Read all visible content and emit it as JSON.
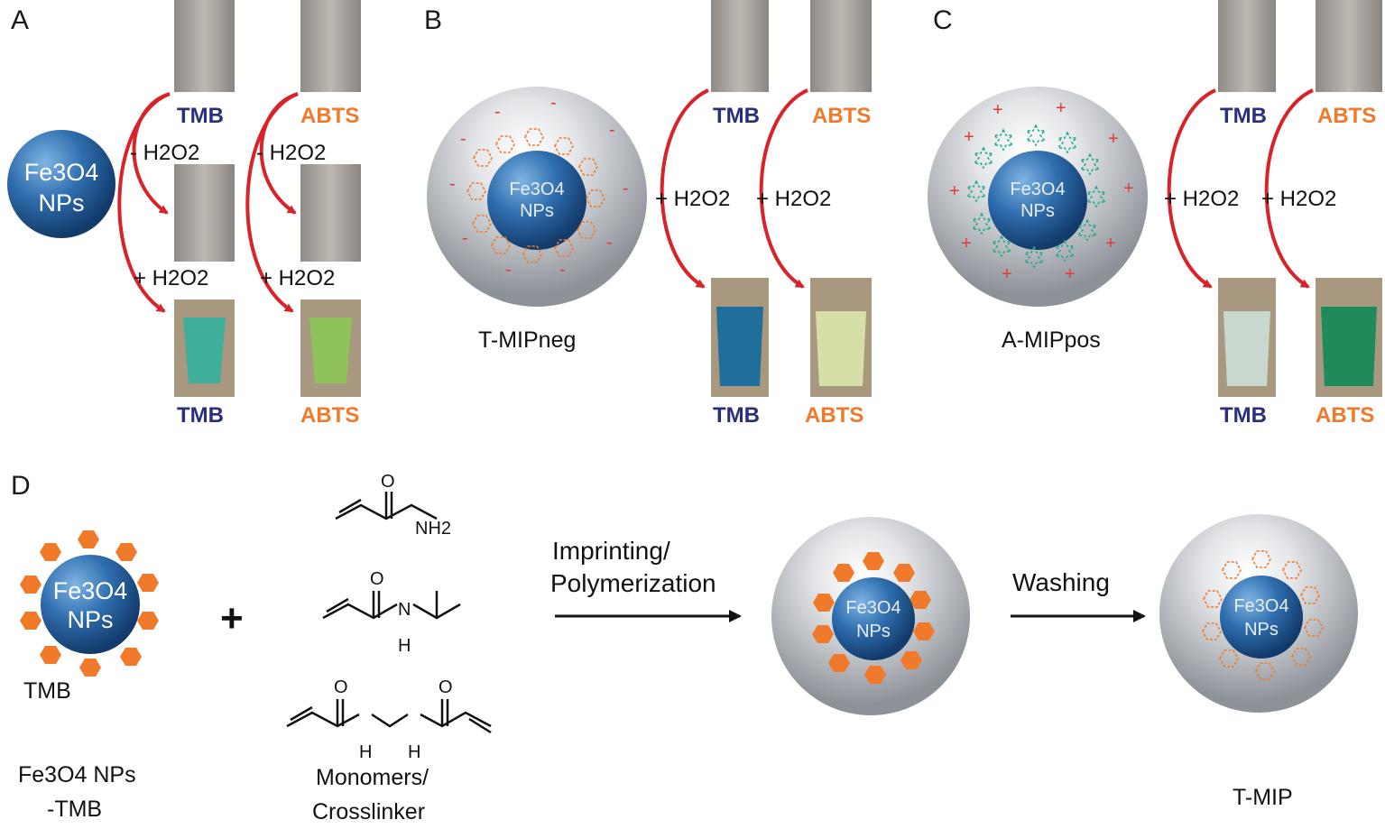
{
  "panels": {
    "a": "A",
    "b": "B",
    "c": "C",
    "d": "D"
  },
  "reagents": {
    "tmb": "TMB",
    "abts": "ABTS"
  },
  "conditions": {
    "minus_h2o2": "- H2O2",
    "plus_h2o2": "+ H2O2"
  },
  "core": {
    "line1": "Fe3O4",
    "line2": "NPs"
  },
  "captions": {
    "t_mip_neg": "T-MIPneg",
    "a_mip_pos": "A-MIPpos",
    "complex_line1": "Fe3O4 NPs",
    "complex_line2": "-TMB",
    "template": "TMB",
    "monomers_line1": "Monomers/",
    "monomers_line2": "Crosslinker",
    "final": "T-MIP"
  },
  "steps": {
    "imprint_line1": "Imprinting/",
    "imprint_line2": "Polymerization",
    "washing": "Washing"
  },
  "chem": {
    "nh2": "NH2",
    "o": "O",
    "nh": "H",
    "n": "N"
  },
  "colors": {
    "tmb": "#2b2e7a",
    "abts": "#f07a2a",
    "arrow": "#d8232a",
    "core": "#2f6eae",
    "hexagon": "#f07a2a",
    "star": "#1fa98a",
    "charge": "#e03a3a"
  },
  "vial_colors": {
    "clear": "#d8d5d0",
    "a_tmb": "#3fae9a",
    "a_abts": "#8fc25a",
    "b_tmb": "#1f6f9a",
    "b_abts": "#d6dfa8",
    "c_tmb": "#c9d8cf",
    "c_abts": "#1f8a5a"
  }
}
